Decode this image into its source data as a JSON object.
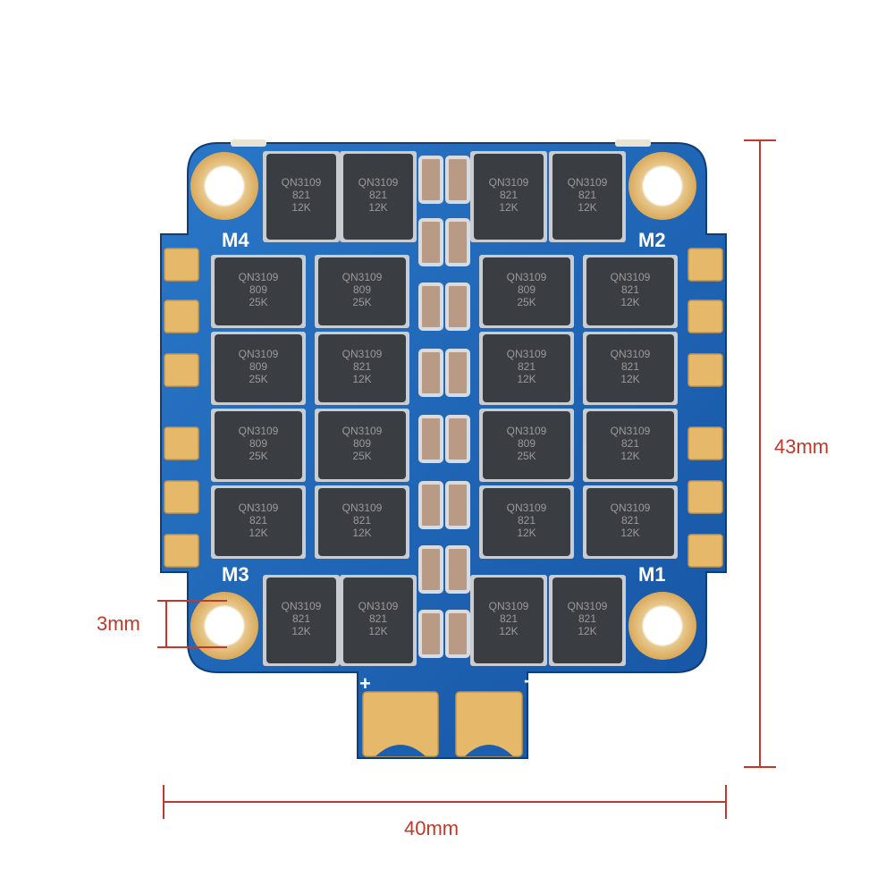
{
  "board": {
    "motor_labels": [
      "M4",
      "M2",
      "M3",
      "M1"
    ],
    "polarity_plus": "+",
    "polarity_minus": "-",
    "colors": {
      "pcb": "#1b5fb0",
      "pcb_dark": "#123f7a",
      "copper": "#e6b86a",
      "mosfet": "#3a3d42",
      "cap": "#b99a84",
      "dimension": "#c0392b"
    }
  },
  "mosfet_markings": [
    [
      "QN3109",
      "821",
      "12K"
    ],
    [
      "QN3109",
      "809",
      "25K"
    ]
  ],
  "dimensions": {
    "height": "43mm",
    "width": "40mm",
    "hole": "3mm"
  }
}
